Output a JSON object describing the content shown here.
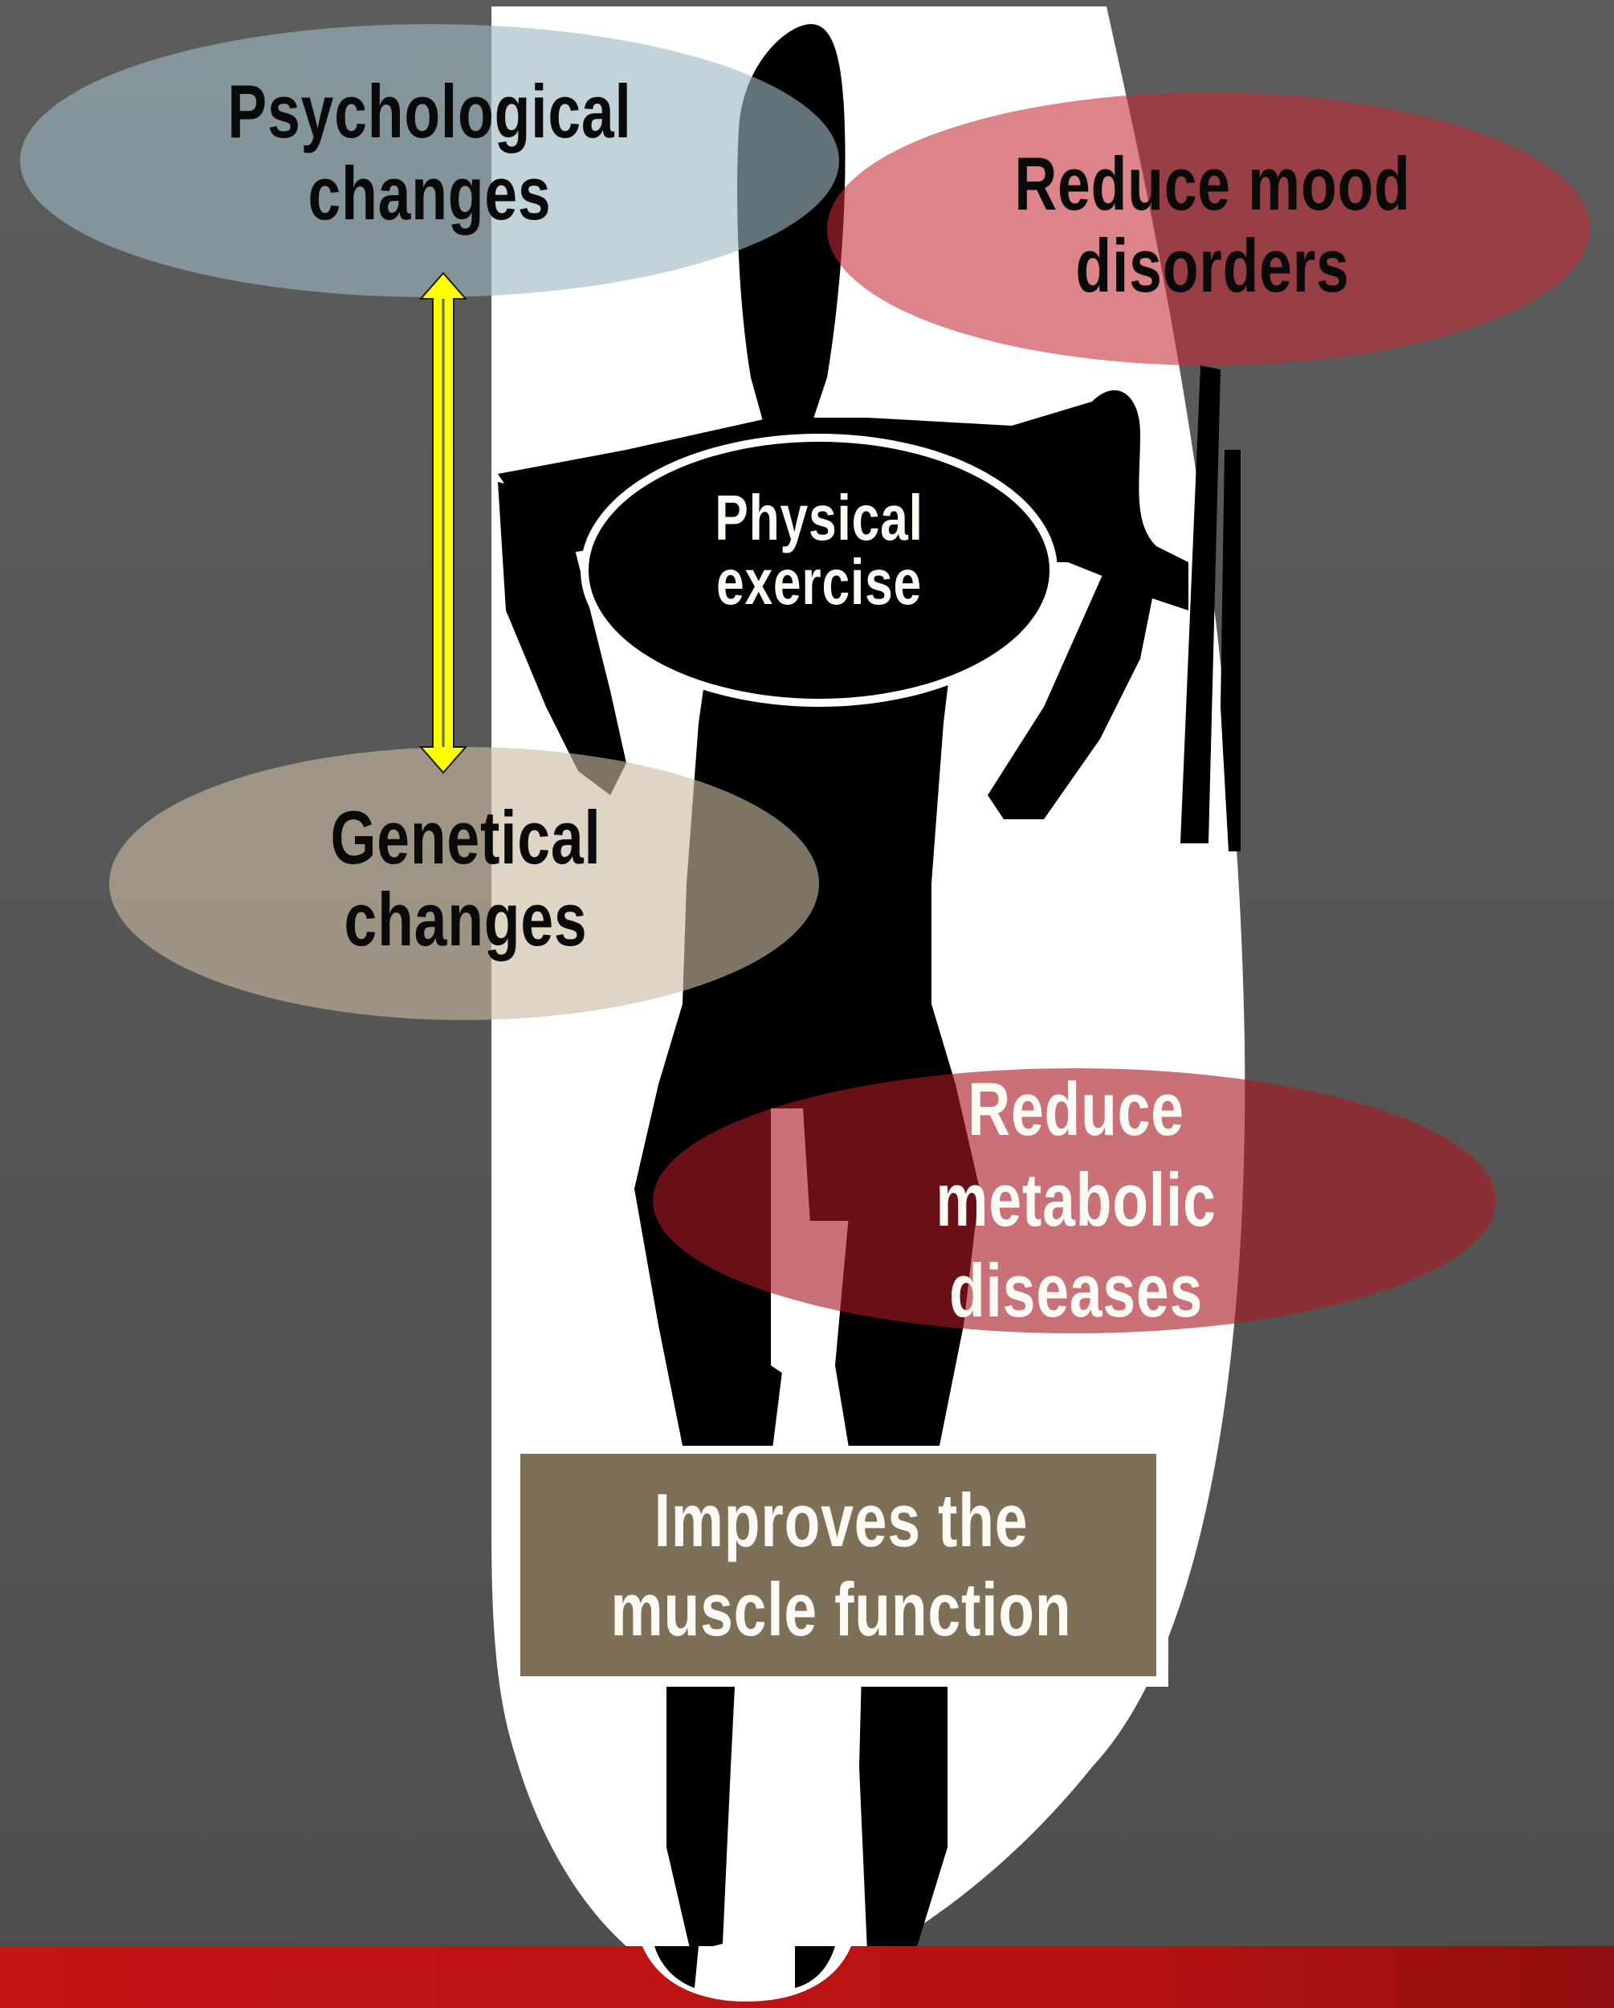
{
  "diagram": {
    "center": {
      "label_line1": "Physical",
      "label_line2": "exercise"
    },
    "nodes": {
      "psychological": {
        "line1": "Psychological",
        "line2": "changes",
        "color": "#9dbac1"
      },
      "mood": {
        "line1": "Reduce mood",
        "line2": "disorders",
        "color": "#c0303a"
      },
      "genetical": {
        "line1": "Genetical",
        "line2": "changes",
        "color": "#b3a893"
      },
      "metabolic": {
        "line1": "Reduce",
        "line2": "metabolic",
        "line3": "diseases",
        "color": "#b01e28"
      },
      "muscle": {
        "line1": "Improves the",
        "line2": "muscle function",
        "color": "#7d7056"
      }
    },
    "connector": {
      "from": "Psychological changes",
      "to": "Genetical changes",
      "type": "double-headed arrow",
      "color": "#ffff00"
    },
    "colors": {
      "background": "#585858",
      "panel": "#ffffff",
      "figure": "#000000",
      "bottom_bar": "#c41414"
    }
  }
}
